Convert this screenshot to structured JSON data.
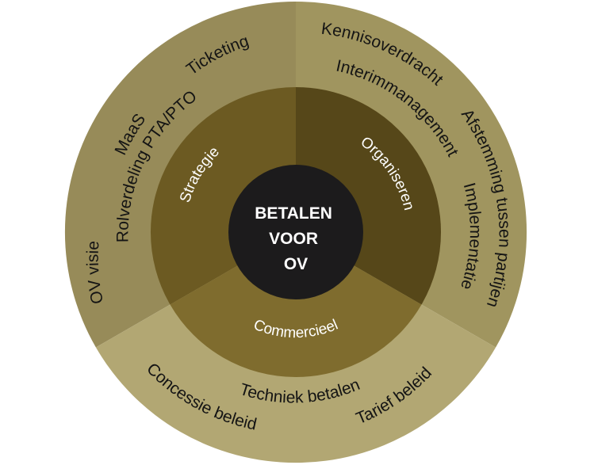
{
  "center": {
    "lines": [
      "BETALEN",
      "VOOR",
      "OV"
    ]
  },
  "segments": {
    "strategie": {
      "label": "Strategie",
      "items": [
        "Ticketing",
        "MaaS",
        "Rolverdeling PTA/PTO",
        "OV visie"
      ]
    },
    "organiseren": {
      "label": "Organiseren",
      "items": [
        "Kennisoverdracht",
        "Interimmanagement",
        "Afstemming tussen partijen",
        "Implementatie"
      ]
    },
    "commercieel": {
      "label": "Commercieel",
      "items": [
        "Techniek betalen",
        "Concessie beleid",
        "Tarief beleid"
      ]
    }
  },
  "colors": {
    "strategie_outer": "#978b59",
    "strategie_inner": "#6c5a22",
    "organiseren_outer": "#a0955f",
    "organiseren_inner": "#564719",
    "commercieel_outer": "#b2a773",
    "commercieel_inner": "#7f6c2e",
    "core": "#1c1b1c"
  }
}
